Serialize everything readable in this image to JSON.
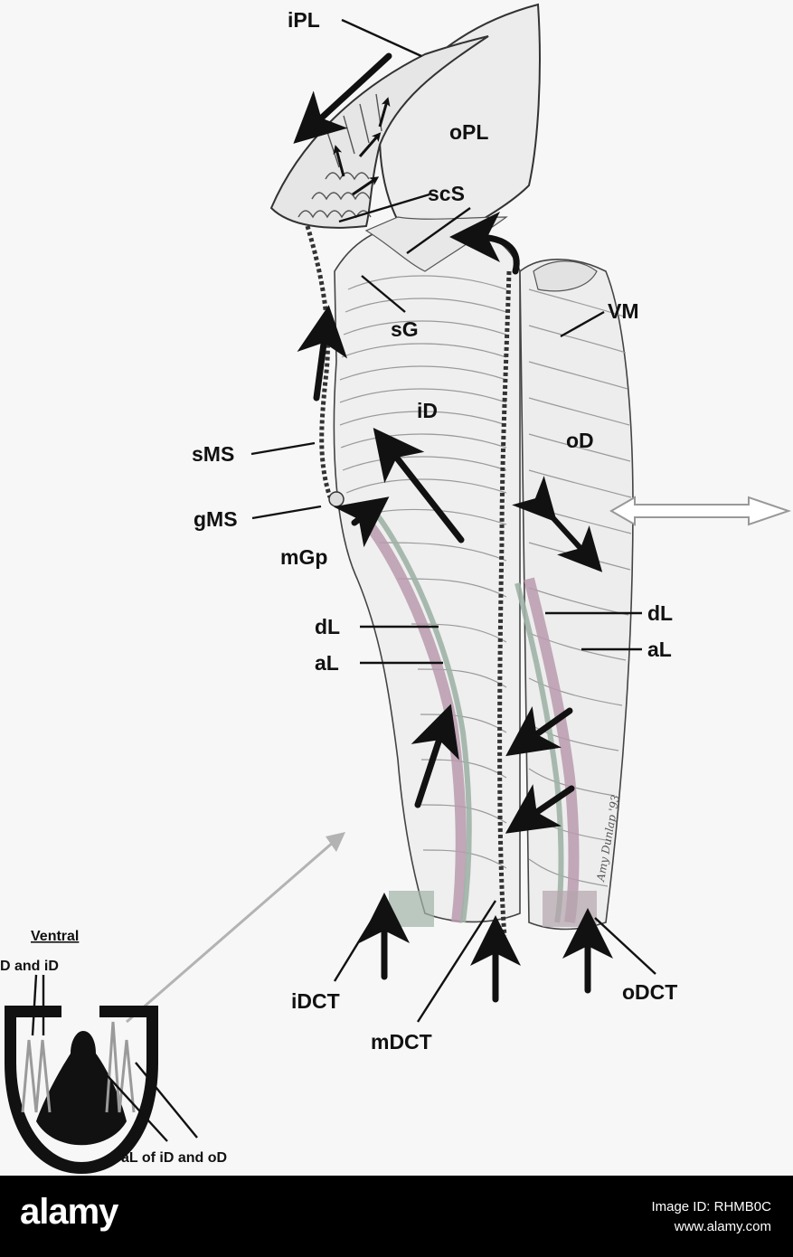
{
  "labels": {
    "iPL": "iPL",
    "oPL": "oPL",
    "scS": "scS",
    "sG": "sG",
    "VM": "VM",
    "iD": "iD",
    "oD": "oD",
    "sMS": "sMS",
    "gMS": "gMS",
    "mGp": "mGp",
    "dL_left": "dL",
    "aL_left": "aL",
    "dL_right": "dL",
    "aL_right": "aL",
    "iDCT": "iDCT",
    "mDCT": "mDCT",
    "oDCT": "oDCT"
  },
  "inset": {
    "ventral": "Ventral",
    "top_caption": "D and iD",
    "bottom_caption": "aL of iD and oD"
  },
  "signature": "Amy Dunlap '93",
  "colors": {
    "lamella_pink": "#b99aad",
    "lamella_green": "#9fb3a6",
    "arrow_black": "#111111",
    "gray_arrow": "#b3b3b3"
  },
  "watermark": {
    "logo": "alamy",
    "image_id": "Image ID: RHMB0C",
    "url": "www.alamy.com"
  }
}
